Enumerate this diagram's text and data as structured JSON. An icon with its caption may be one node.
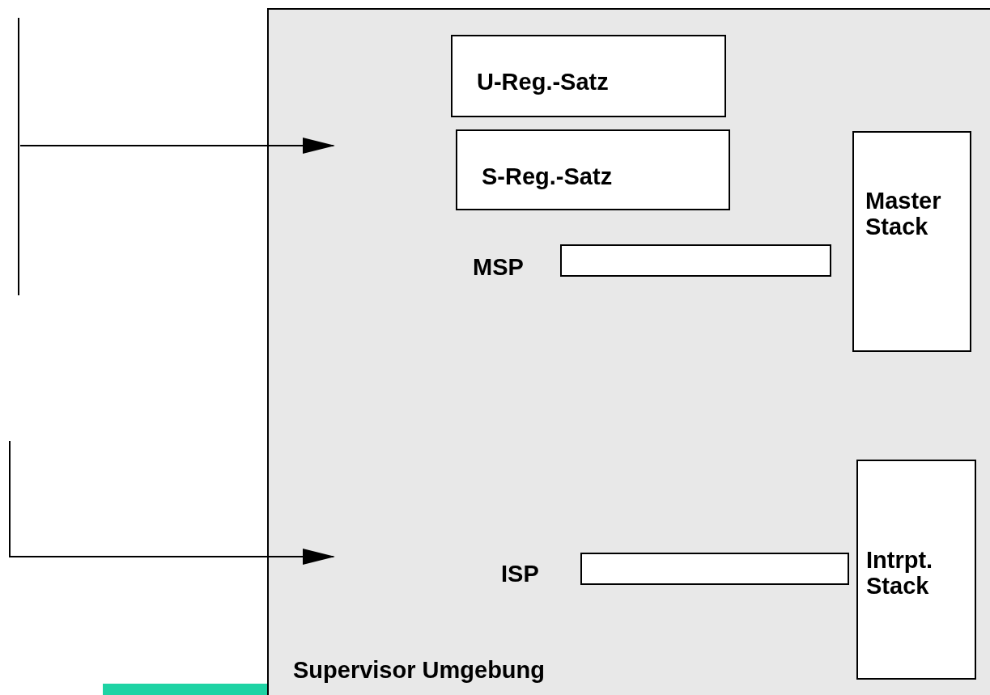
{
  "diagram": {
    "nodes": [
      {
        "text": [
          "Supervisor Umgebung"
        ]
      },
      {
        "text": [
          "U-Reg.-Satz"
        ],
        "in": 0
      },
      {
        "text": [
          "S-Reg.-Satz"
        ],
        "in": 0
      },
      {
        "text": [],
        "shape": "box",
        "in": 0,
        "beside": [
          "MSP"
        ]
      },
      {
        "text": [
          "Master Stack"
        ],
        "in": 0
      },
      {
        "text": [],
        "shape": "box",
        "in": 0,
        "beside": [
          "ISP"
        ]
      },
      {
        "text": [
          "Intrpt. Stack"
        ],
        "in": 0
      },
      {
        "text": [],
        "shape": "bar"
      }
    ],
    "edges": [
      {
        "from": 7,
        "to": 0,
        "arrow": "to"
      },
      {
        "from": null,
        "to": 0,
        "arrow": "to"
      }
    ]
  }
}
